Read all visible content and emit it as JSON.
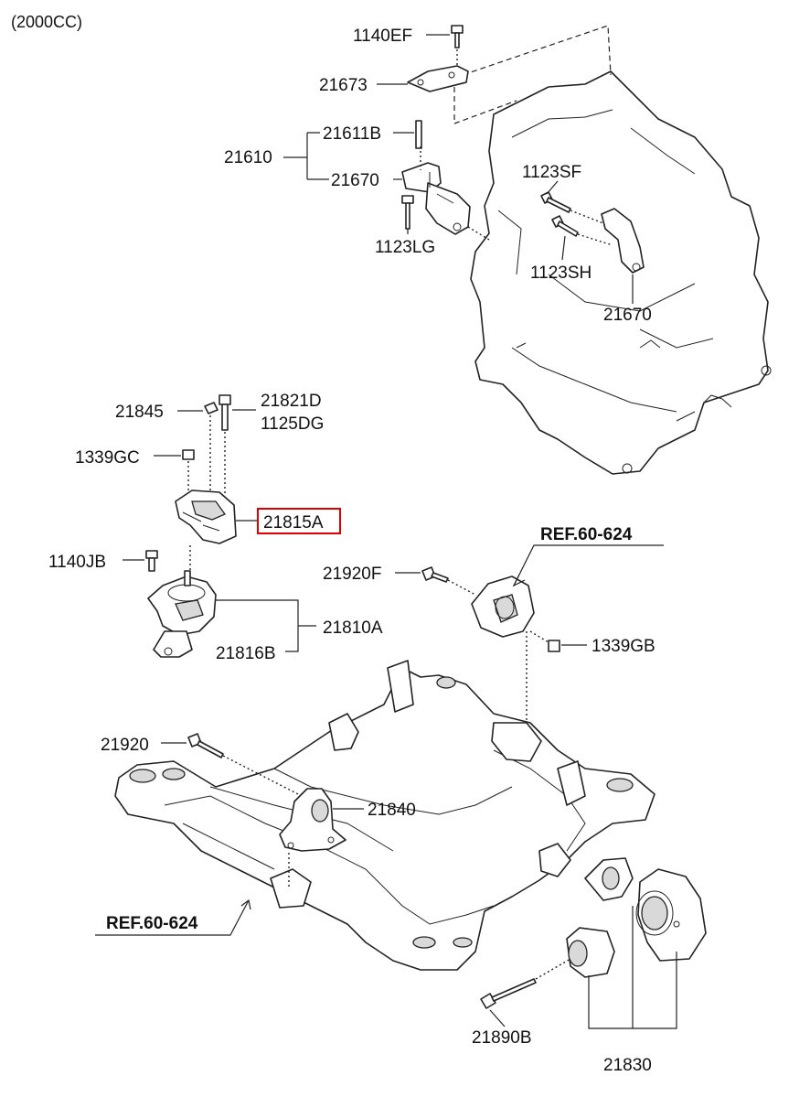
{
  "header": {
    "variant": "(2000CC)"
  },
  "labels": {
    "p1140EF": "1140EF",
    "p21673": "21673",
    "p21611B": "21611B",
    "p21610": "21610",
    "p21670a": "21670",
    "p1123LG": "1123LG",
    "p1123SF": "1123SF",
    "p1123SH": "1123SH",
    "p21670b": "21670",
    "p21845": "21845",
    "p21821D": "21821D",
    "p1125DG": "1125DG",
    "p1339GC": "1339GC",
    "p21815A": "21815A",
    "p1140JB": "1140JB",
    "p21810A": "21810A",
    "p21816B": "21816B",
    "p21920F": "21920F",
    "p1339GB": "1339GB",
    "p21920": "21920",
    "p21840": "21840",
    "p21890B": "21890B",
    "p21830": "21830"
  },
  "refs": {
    "ref_top": "REF.60-624",
    "ref_bottom": "REF.60-624"
  },
  "highlight": {
    "part": "21815A",
    "color": "#e00000"
  }
}
